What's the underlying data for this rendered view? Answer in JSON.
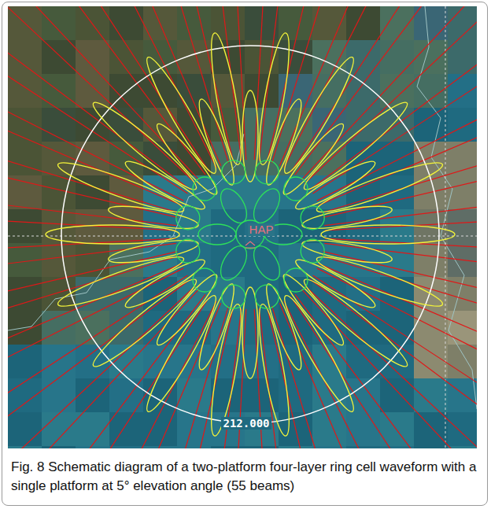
{
  "diagram": {
    "caption": "Fig. 8 Schematic diagram of a two-platform four-layer ring cell waveform with a single platform at 5° elevation angle (55 beams)",
    "labels": [
      "HAP",
      "212.000"
    ]
  }
}
